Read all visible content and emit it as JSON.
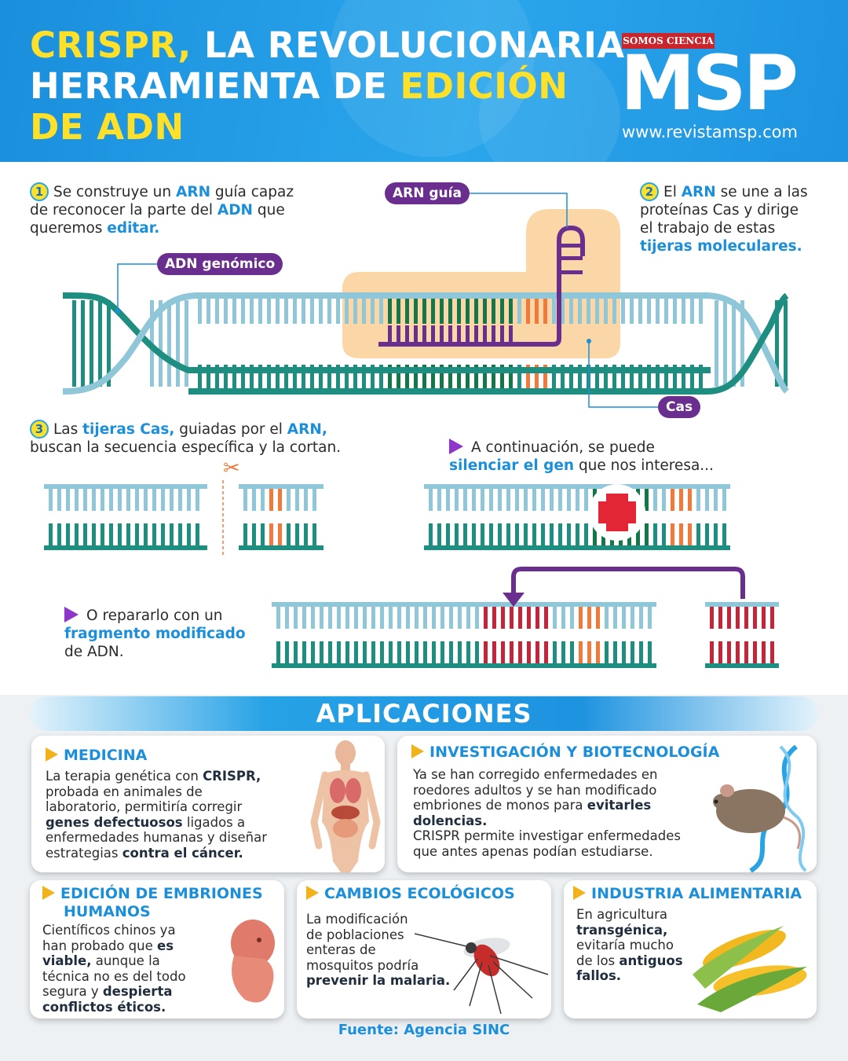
{
  "header": {
    "title_lines": [
      {
        "white": "",
        "yellow": "CRISPR,",
        "white2": " LA REVOLUCIONARIA"
      },
      {
        "white": "HERRAMIENTA DE ",
        "yellow": "EDICIÓN",
        "white2": ""
      },
      {
        "white": "",
        "yellow": "DE ADN",
        "white2": ""
      }
    ],
    "brand_tag": "SOMOS CIENCIA",
    "brand_logo": "MSP",
    "brand_url": "www.revistamsp.com"
  },
  "steps": {
    "step1": {
      "num": "1",
      "parts": [
        "Se construye un ",
        "ARN",
        " guía capaz",
        "de reconocer la parte del ",
        "ADN",
        " que",
        "queremos ",
        "editar."
      ]
    },
    "step2": {
      "num": "2",
      "parts": [
        "El ",
        "ARN",
        " se une a las",
        "proteínas Cas y dirige",
        "el trabajo de estas",
        "tijeras moleculares."
      ]
    },
    "step3": {
      "num": "3",
      "parts": [
        "Las ",
        "tijeras Cas,",
        " guiadas por el ",
        "ARN,",
        "buscan la secuencia específica y la cortan."
      ]
    },
    "step4": {
      "parts": [
        "A continuación, se puede",
        "silenciar el gen",
        " que nos interesa..."
      ]
    },
    "step5": {
      "parts": [
        "O repararlo con un",
        "fragmento modificado",
        "de ADN."
      ]
    }
  },
  "labels": {
    "guide_rna": "ARN guía",
    "genomic_dna": "ADN genómico",
    "cas": "Cas"
  },
  "colors": {
    "dna_light": "#8fc7d8",
    "dna_dark": "#1e8e80",
    "target_green": "#13774a",
    "pam_orange": "#f07a3c",
    "rna_purple": "#6a2f8e",
    "cas_peach": "#fbd7a8",
    "fragment_red": "#c3263a"
  },
  "applications": {
    "title": "APLICACIONES",
    "cards": [
      {
        "title": "MEDICINA",
        "icon": "human-anatomy-icon",
        "lines": [
          [
            "La terapia genética con ",
            "CRISPR,"
          ],
          [
            "probada en animales de"
          ],
          [
            "laboratorio, permitiría corregir"
          ],
          [
            "",
            "genes defectuosos",
            " ligados a"
          ],
          [
            "enfermedades humanas y diseñar"
          ],
          [
            "estrategias ",
            "contra el cáncer."
          ]
        ]
      },
      {
        "title": "INVESTIGACIÓN Y BIOTECNOLOGÍA",
        "icon": "mouse-dna-icon",
        "lines": [
          [
            "Ya se han corregido enfermedades en"
          ],
          [
            "roedores adultos y se han modificado"
          ],
          [
            "embriones de monos para ",
            "evitarles"
          ],
          [
            "",
            "dolencias."
          ],
          [
            "CRISPR permite investigar enfermedades"
          ],
          [
            "que antes apenas podían estudiarse."
          ]
        ]
      },
      {
        "title": "EDICIÓN DE EMBRIONES",
        "title2": "HUMANOS",
        "icon": "embryo-icon",
        "lines": [
          [
            "Científicos chinos ya"
          ],
          [
            "han probado que ",
            "es"
          ],
          [
            "",
            "viable,",
            " aunque la"
          ],
          [
            "técnica no es del todo"
          ],
          [
            "segura y ",
            "despierta"
          ],
          [
            "",
            "conflictos éticos."
          ]
        ]
      },
      {
        "title": "CAMBIOS ECOLÓGICOS",
        "icon": "mosquito-icon",
        "lines": [
          [
            "La modificación"
          ],
          [
            "de poblaciones"
          ],
          [
            "enteras de"
          ],
          [
            "mosquitos podría"
          ],
          [
            "",
            "prevenir la malaria."
          ]
        ]
      },
      {
        "title": "INDUSTRIA ALIMENTARIA",
        "icon": "corn-icon",
        "lines": [
          [
            "En agricultura"
          ],
          [
            "",
            "transgénica,"
          ],
          [
            "evitaría mucho"
          ],
          [
            "de los ",
            "antiguos"
          ],
          [
            "",
            "fallos."
          ]
        ]
      }
    ]
  },
  "source": "Fuente: Agencia SINC"
}
